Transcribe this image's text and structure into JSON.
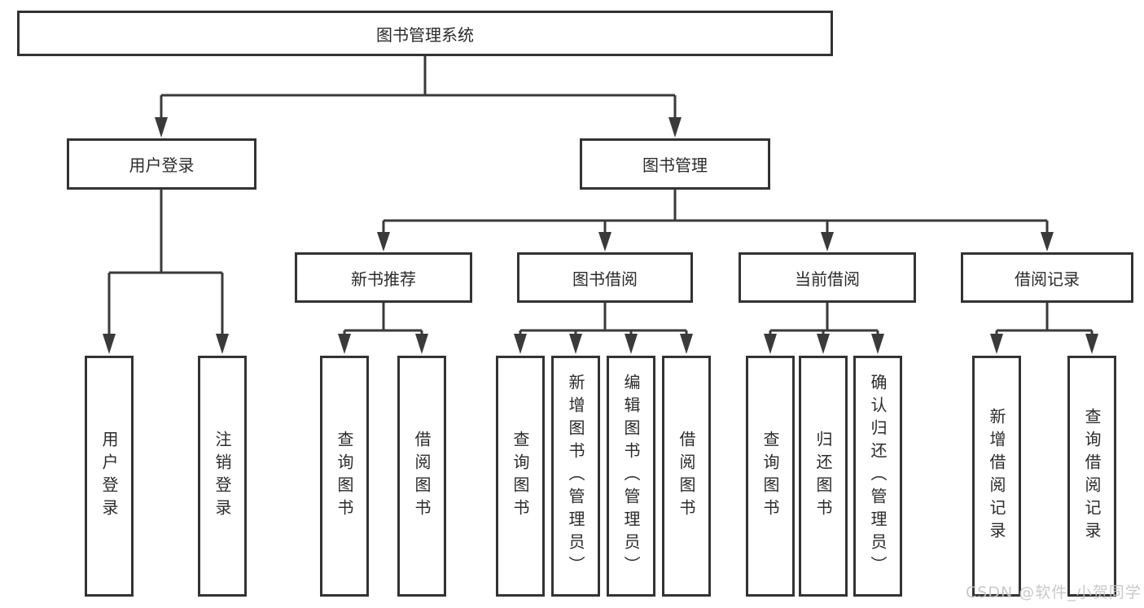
{
  "tree": {
    "root": "图书管理系统",
    "branches": [
      {
        "label": "用户登录",
        "leaves": [
          "用户登录",
          "注销登录"
        ]
      },
      {
        "label": "图书管理",
        "groups": [
          {
            "label": "新书推荐",
            "leaves": [
              "查询图书",
              "借阅图书"
            ]
          },
          {
            "label": "图书借阅",
            "leaves": [
              "查询图书",
              "新增图书（管理员）",
              "编辑图书（管理员）",
              "借阅图书"
            ]
          },
          {
            "label": "当前借阅",
            "leaves": [
              "查询图书",
              "归还图书",
              "确认归还（管理员）"
            ]
          },
          {
            "label": "借阅记录",
            "leaves": [
              "新增借阅记录",
              "查询借阅记录"
            ]
          }
        ]
      }
    ]
  },
  "watermark": {
    "text": "CSDN @软件_小贺同学"
  },
  "colors": {
    "line": "#3a3a3a",
    "box_border": "#333333",
    "text": "#2b2b2b",
    "background": "#ffffff",
    "watermark": "#c5c5c5"
  }
}
